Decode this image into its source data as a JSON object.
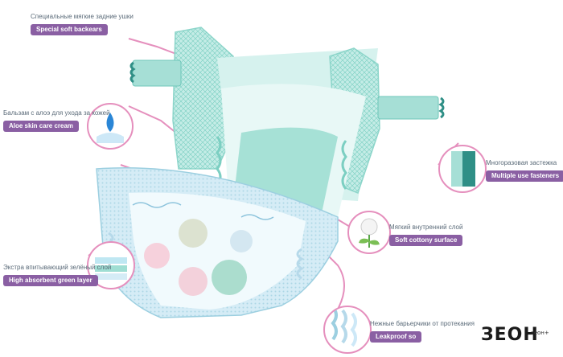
{
  "callouts": {
    "backears": {
      "ru": "Специальные мягкие задние ушки",
      "en": "Special soft backears"
    },
    "aloe": {
      "ru": "Бальзам с алоэ для ухода за кожей",
      "en": "Aloe skin care cream"
    },
    "fasteners": {
      "ru": "Многоразовая застежка",
      "en": "Multiple use fasteners"
    },
    "cottony": {
      "ru": "Мягкий внутренний слой",
      "en": "Soft cottony surface"
    },
    "green_layer": {
      "ru": "Экстра впитывающий зелёный слой",
      "en": "High absorbent green layer"
    },
    "leakproof": {
      "ru": "Нежные барьерчики от протекания",
      "en": "Leakproof so"
    }
  },
  "logo": {
    "main": "ЗЕОН",
    "sub": "зеон+"
  },
  "colors": {
    "pill": "#8a5fa3",
    "leader": "#e58fbd",
    "diaper_mint": "#bfe9e4",
    "diaper_green": "#9fded3",
    "diaper_blue": "#d5ecf6"
  }
}
